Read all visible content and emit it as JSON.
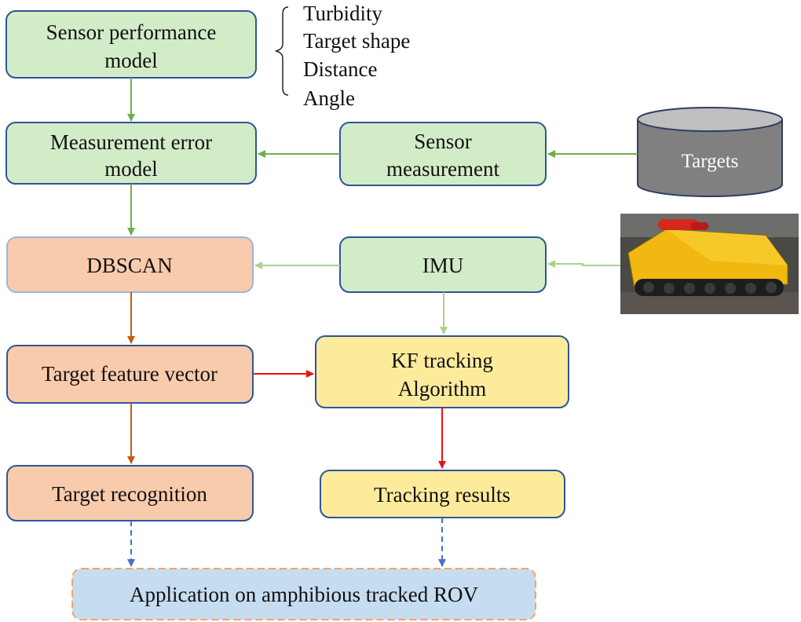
{
  "colors": {
    "green_fill": "#d3ecc8",
    "green_stroke": "#2f5597",
    "orange_fill": "#f9cbad",
    "orange_stroke": "#2f5597",
    "yellow_fill": "#fdeb9c",
    "blue_fill": "#c6ddf1",
    "dashed_border": "#f4a460",
    "arrow_green": "#70ad47",
    "arrow_light_green": "#a9d18e",
    "arrow_brown": "#c55a11",
    "arrow_red": "#ee1111",
    "arrow_blue": "#4472c4",
    "cylinder_fill": "#808080",
    "cylinder_top": "#bfbfbf"
  },
  "boxes": {
    "sensor_performance_model": {
      "line1": "Sensor performance",
      "line2": "model"
    },
    "measurement_error_model": {
      "line1": "Measurement error",
      "line2": "model"
    },
    "sensor_measurement": {
      "line1": "Sensor",
      "line2": "measurement"
    },
    "dbscan": {
      "label": "DBSCAN"
    },
    "imu": {
      "label": "IMU"
    },
    "target_feature_vector": {
      "label": "Target feature vector"
    },
    "kf_tracking": {
      "line1": "KF tracking",
      "line2": "Algorithm"
    },
    "target_recognition": {
      "label": "Target recognition"
    },
    "tracking_results": {
      "label": "Tracking results"
    },
    "application": {
      "label": "Application on amphibious tracked ROV"
    }
  },
  "factors": [
    "Turbidity",
    "Target shape",
    "Distance",
    "Angle"
  ],
  "targets_label": "Targets",
  "rov_photo": {
    "icon": "tracked-rov-photo"
  }
}
